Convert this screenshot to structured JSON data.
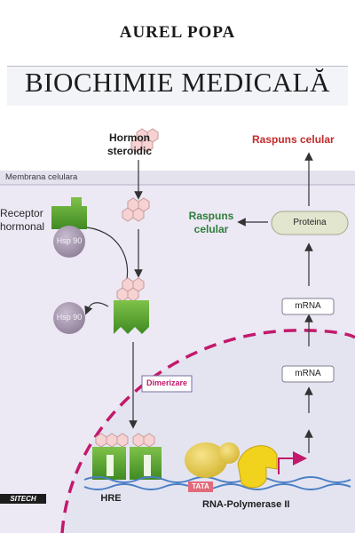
{
  "book": {
    "author": "AUREL POPA",
    "title": "BIOCHIMIE MEDICALĂ",
    "publisher": "SITECH"
  },
  "diagram": {
    "hormone": [
      "Hormon",
      "steroidic"
    ],
    "membrane": "Membrana celulara",
    "receptor": [
      "Receptor",
      "hormonal"
    ],
    "hsp_bound": "Hsp 90",
    "hsp_free": "Hsp 90",
    "dimerization": "Dimerizare",
    "hre": "HRE",
    "tata": "TATA",
    "polymerase": "RNA-Polymerase II",
    "mrna_lower": "mRNA",
    "mrna_upper": "mRNA",
    "protein": "Proteina",
    "response_local": [
      "Raspuns",
      "celular"
    ],
    "response_cell": "Raspuns celular"
  },
  "colors": {
    "background": "#ffffff",
    "cytoplasm": "#ece8f4",
    "nucleus": "#e6e6f2",
    "nuclear_envelope": "#c2196b",
    "receptor_green": "#59a82e",
    "hormone_pink": "#f7d2d2",
    "hsp_purple": "#a597ad",
    "polymerase_yellow": "#e7cc4d",
    "response_red": "#c22a2a",
    "response_green": "#2f7d3a"
  }
}
